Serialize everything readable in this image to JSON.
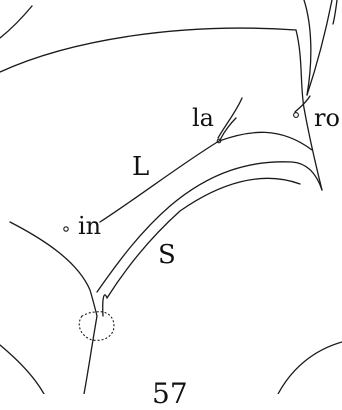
{
  "labels": {
    "la": "la",
    "ro": "ro",
    "L": "L",
    "in": "in",
    "S": "S",
    "page_number": "57"
  },
  "colors": {
    "ink": "#1a1a1a",
    "paper": "#ffffff"
  }
}
